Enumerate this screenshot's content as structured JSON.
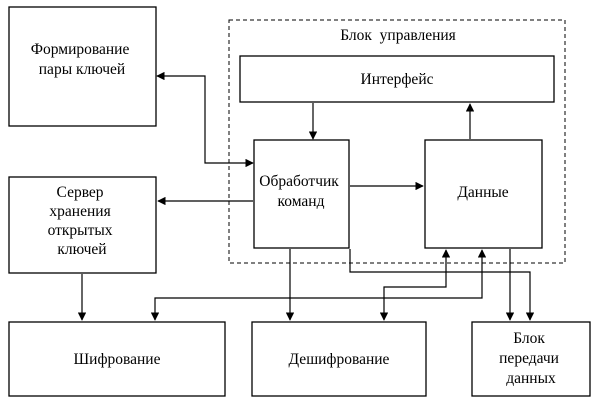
{
  "group": {
    "title": "Блок  управления"
  },
  "blocks": {
    "keygen": {
      "lines": [
        "Формирование",
        "пары ключей"
      ]
    },
    "interface": {
      "lines": [
        "Интерфейс"
      ]
    },
    "handler": {
      "lines": [
        "Обработчик",
        "команд"
      ]
    },
    "data": {
      "lines": [
        "Данные"
      ]
    },
    "keyserver": {
      "lines": [
        "Сервер",
        "хранения",
        "открытых",
        "ключей"
      ]
    },
    "encrypt": {
      "lines": [
        "Шифрование"
      ]
    },
    "decrypt": {
      "lines": [
        "Дешифрование"
      ]
    },
    "transmit": {
      "lines": [
        "Блок",
        "передачи",
        "данных"
      ]
    }
  }
}
